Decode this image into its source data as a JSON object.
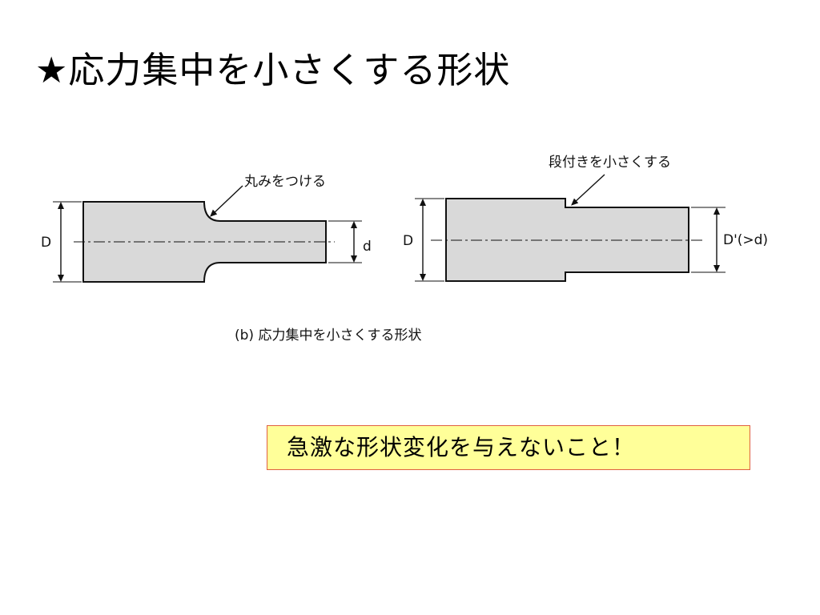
{
  "slide": {
    "title": "★応力集中を小さくする形状"
  },
  "diagram": {
    "left_shape": {
      "annotation": "丸みをつける",
      "label_large": "D",
      "label_small": "d"
    },
    "right_shape": {
      "annotation": "段付きを小さくする",
      "label_large": "D",
      "label_small": "D'(>d)"
    },
    "caption": "(b) 応力集中を小さくする形状",
    "colors": {
      "shape_fill": "#d9d9d9",
      "outline": "#111111"
    }
  },
  "callout": {
    "text": "急激な形状変化を与えないこと！",
    "colors": {
      "background": "#ffff99",
      "border": "#e06040"
    }
  }
}
